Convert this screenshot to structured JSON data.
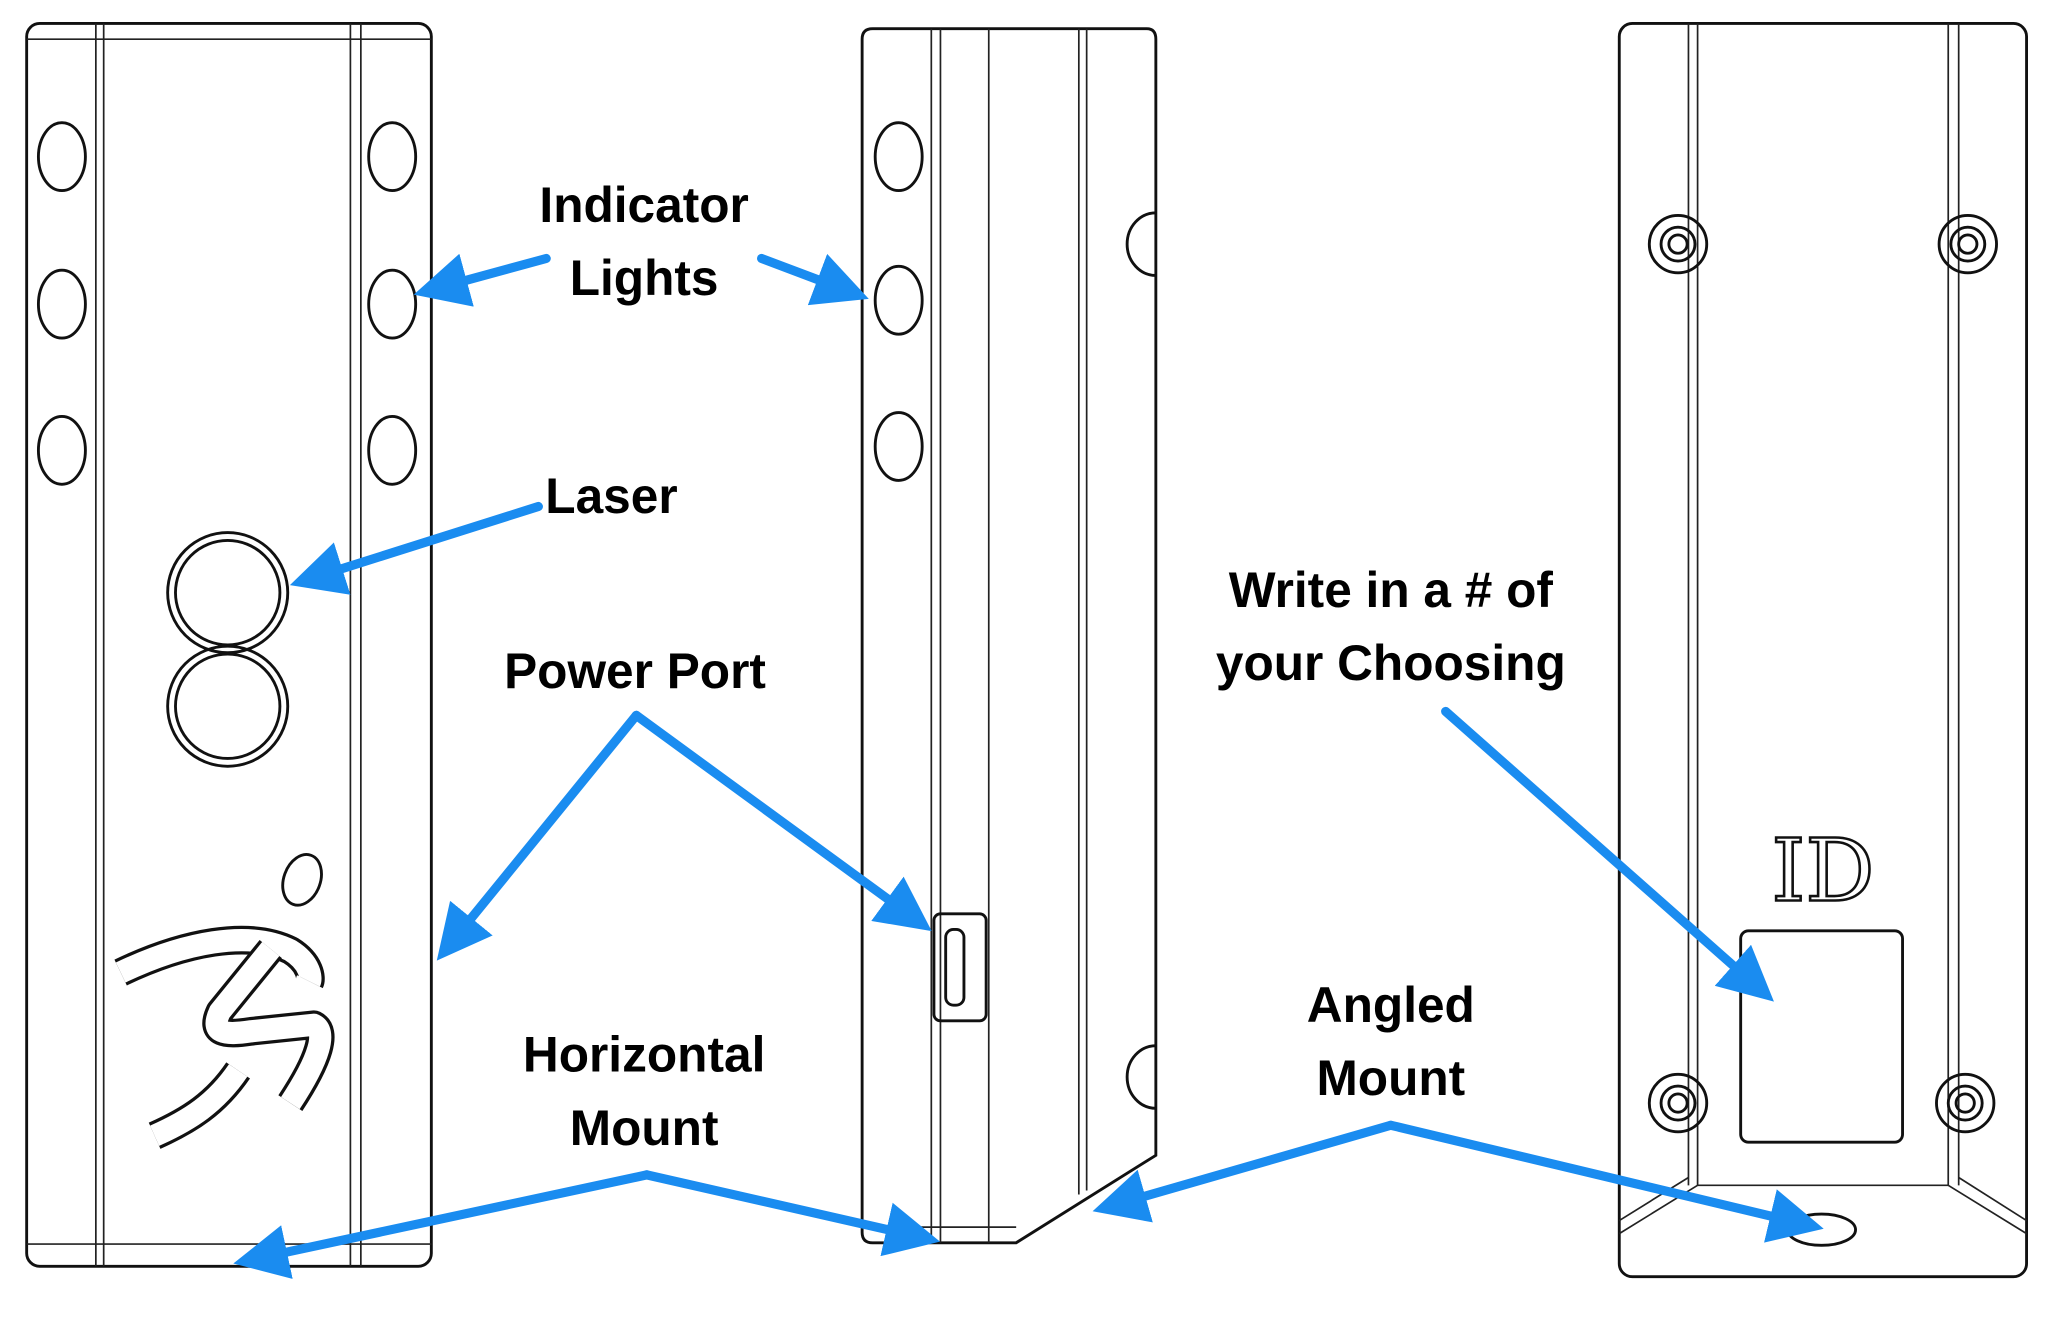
{
  "labels": {
    "indicator_line1": "Indicator",
    "indicator_line2": "Lights",
    "laser": "Laser",
    "power_port": "Power Port",
    "horizontal_line1": "Horizontal",
    "horizontal_line2": "Mount",
    "write_line1": "Write in a # of",
    "write_line2": "your Choosing",
    "angled_line1": "Angled",
    "angled_line2": "Mount"
  },
  "back_panel": {
    "id_mark": "ID"
  },
  "colors": {
    "arrow": "#1a8cf0",
    "line": "#111111",
    "background": "#ffffff"
  }
}
